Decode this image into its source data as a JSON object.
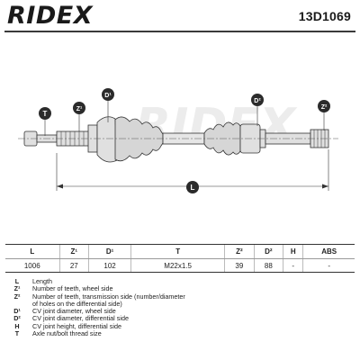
{
  "header": {
    "brand": "RIDEX",
    "part_number": "13D1069"
  },
  "diagram": {
    "watermark": "RIDEX",
    "callouts": {
      "T": "T",
      "Z1": "Z¹",
      "D1": "D¹",
      "D2": "D²",
      "Z2": "Z²",
      "L": "L"
    }
  },
  "table": {
    "headers": [
      "L",
      "Z¹",
      "D¹",
      "T",
      "Z²",
      "D²",
      "H",
      "ABS"
    ],
    "values": [
      "1006",
      "27",
      "102",
      "M22x1.5",
      "39",
      "88",
      "-",
      "-"
    ]
  },
  "legend": [
    {
      "sym": "L",
      "desc": "Length"
    },
    {
      "sym": "Z¹",
      "desc": "Number of teeth, wheel side"
    },
    {
      "sym": "Z²",
      "desc": "Number of teeth, transmission side (number/diameter"
    },
    {
      "sym": "",
      "desc": "of holes on the differential side)"
    },
    {
      "sym": "D¹",
      "desc": "CV joint diameter, wheel side"
    },
    {
      "sym": "D²",
      "desc": "CV joint diameter, differential side"
    },
    {
      "sym": "H",
      "desc": "CV joint height, differential side"
    },
    {
      "sym": "T",
      "desc": "Axle nut/bolt thread size"
    }
  ],
  "colors": {
    "callout_fill": "#2b2b2b",
    "callout_text": "#ffffff",
    "line": "#333333",
    "shaft_fill": "#dcdcdc"
  }
}
